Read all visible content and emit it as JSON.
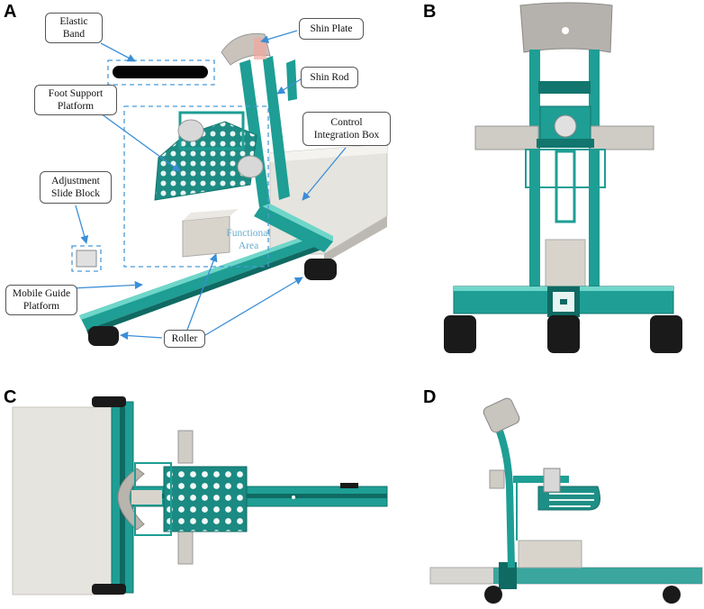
{
  "panels": {
    "a": "A",
    "b": "B",
    "c": "C",
    "d": "D"
  },
  "labels": {
    "elastic_band": "Elastic\nBand",
    "shin_plate": "Shin Plate",
    "shin_rod": "Shin Rod",
    "foot_support_platform": "Foot Support\nPlatform",
    "control_integration_box": "Control\nIntegration Box",
    "adjustment_slide_block": "Adjustment\nSlide Block",
    "functional_area": "Functional\nArea",
    "mobile_guide_platform": "Mobile Guide\nPlatform",
    "roller": "Roller"
  },
  "colors": {
    "frame_teal": "#1e9e94",
    "frame_teal_dark": "#12766e",
    "frame_teal_light": "#5fd0c4",
    "box_gray": "#d9d6d0",
    "plate_gray": "#b9b9b9",
    "wheel_black": "#1a1a1a",
    "arrow_blue": "#3b8ed6",
    "dashed_blue": "#4a9ad8"
  }
}
